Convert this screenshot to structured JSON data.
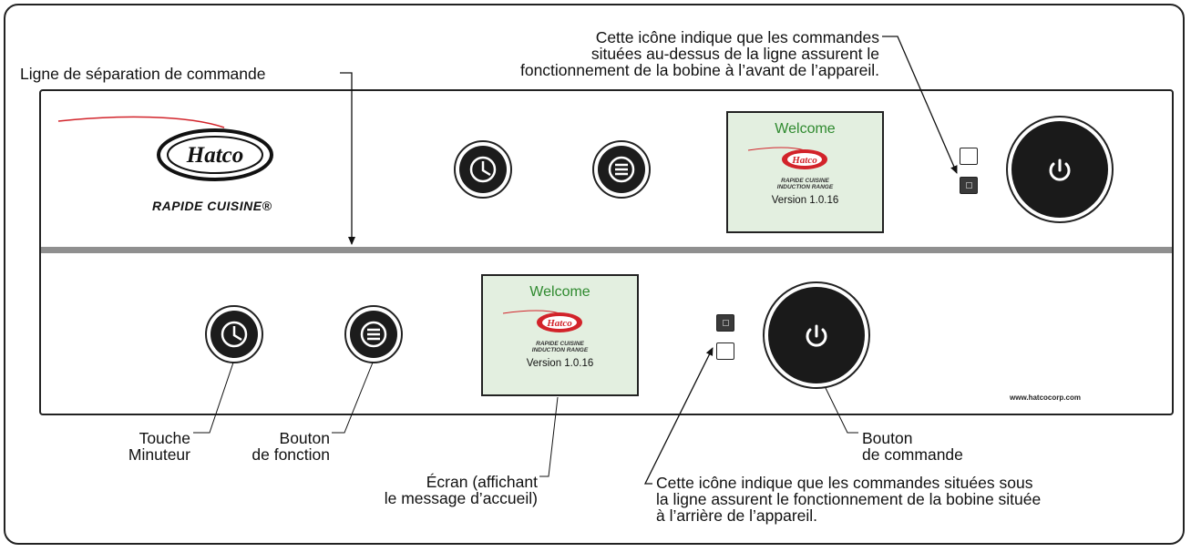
{
  "callouts": {
    "separation_line": "Ligne de séparation de commande",
    "top_icon": "Cette icône indique que les commandes\nsituées au-dessus de la ligne assurent le\nfonctionnement de la bobine à l’avant de l’appareil.",
    "timer_key": "Touche\nMinuteur",
    "function_button": "Bouton\nde fonction",
    "screen": "Écran (affichant\nle message d’accueil)",
    "control_knob": "Bouton\nde commande",
    "bottom_icon": "Cette icône indique que les commandes situées sous\nla ligne assurent le fonctionnement de la bobine située\nà l’arrière de l’appareil."
  },
  "brand": {
    "logo_text": "Hatco",
    "product_name": "RAPIDE CUISINE®",
    "website": "www.hatcocorp.com"
  },
  "screen_top": {
    "welcome": "Welcome",
    "logo": "Hatco",
    "subtitle_line1": "RAPIDE CUISINE",
    "subtitle_line2": "INDUCTION RANGE",
    "version": "Version 1.0.16"
  },
  "screen_bottom": {
    "welcome": "Welcome",
    "logo": "Hatco",
    "subtitle_line1": "RAPIDE CUISINE",
    "subtitle_line2": "INDUCTION RANGE",
    "version": "Version 1.0.16"
  },
  "colors": {
    "welcome_green": "#2f8a2f",
    "screen_bg": "#e3efe0",
    "logo_red": "#d2232a",
    "knob_dark": "#1a1a1a"
  },
  "icons": [
    "clock-icon",
    "menu-icon",
    "power-icon",
    "hatco-logo"
  ]
}
